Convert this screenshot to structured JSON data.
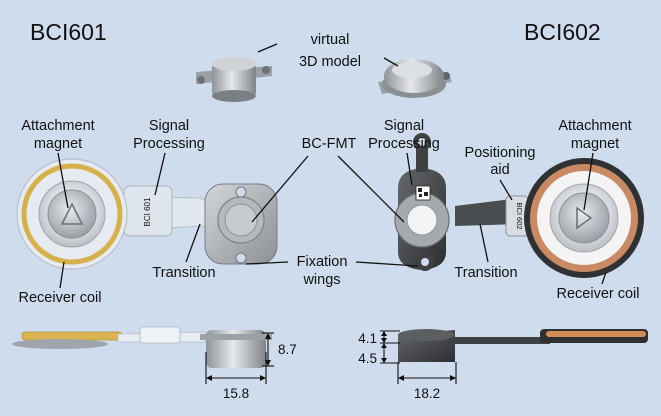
{
  "devices": {
    "left_name": "BCI601",
    "right_name": "BCI602"
  },
  "model": {
    "line1": "virtual",
    "line2": "3D model"
  },
  "labels": {
    "attachment_left_1": "Attachment",
    "attachment_left_2": "magnet",
    "signal_left_1": "Signal",
    "signal_left_2": "Processing",
    "bcfmt": "BC-FMT",
    "signal_right_1": "Signal",
    "signal_right_2": "Processing",
    "positioning_1": "Positioning",
    "positioning_2": "aid",
    "attachment_right_1": "Attachment",
    "attachment_right_2": "magnet",
    "transition_left": "Transition",
    "fixation_1": "Fixation",
    "fixation_2": "wings",
    "transition_right": "Transition",
    "receiver_left": "Receiver coil",
    "receiver_right": "Receiver coil"
  },
  "implant_text": {
    "left_imprint": "BCI 601",
    "right_imprint": "BCI 602"
  },
  "dimensions": {
    "left_height": "8.7",
    "left_width": "15.8",
    "right_top": "4.1",
    "right_bottom": "4.5",
    "right_width": "18.2"
  },
  "colors": {
    "background": "#cfdced",
    "coil": "#d6b04a",
    "metal": "#a5a8ab",
    "dark_metal": "#3e4042"
  }
}
